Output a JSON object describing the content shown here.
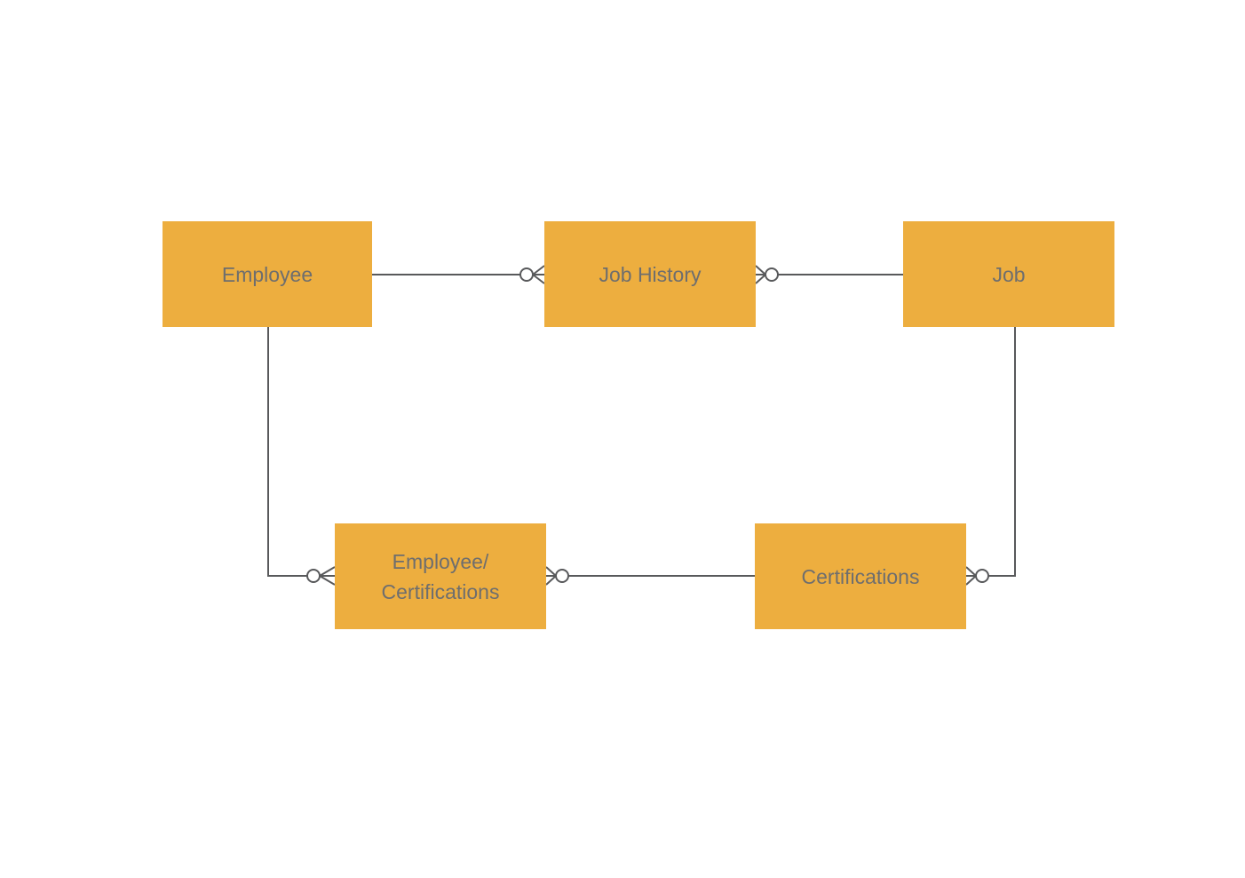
{
  "diagram": {
    "type": "entity-relationship-diagram",
    "background_color": "#ffffff",
    "entity_fill_color": "#edae3f",
    "entity_text_color": "#6e6e6e",
    "connector_color": "#58595b",
    "entities": [
      {
        "id": "employee",
        "label": "Employee"
      },
      {
        "id": "job-history",
        "label": "Job History"
      },
      {
        "id": "job",
        "label": "Job"
      },
      {
        "id": "employee-certifications",
        "label": "Employee/\nCertifications"
      },
      {
        "id": "certifications",
        "label": "Certifications"
      }
    ],
    "relationships": [
      {
        "from": "Employee",
        "to": "Job History",
        "notation": "zero-or-many crow's foot at Job History side"
      },
      {
        "from": "Job History",
        "to": "Job",
        "notation": "zero-or-many crow's foot at Job History side"
      },
      {
        "from": "Employee",
        "to": "Employee/Certifications",
        "notation": "zero-or-many crow's foot at Employee/Certifications side"
      },
      {
        "from": "Employee/Certifications",
        "to": "Certifications",
        "notation": "zero-or-many crow's foot at Employee/Certifications side"
      },
      {
        "from": "Certifications",
        "to": "Job",
        "notation": "zero-or-many crow's foot at Certifications side"
      }
    ]
  }
}
